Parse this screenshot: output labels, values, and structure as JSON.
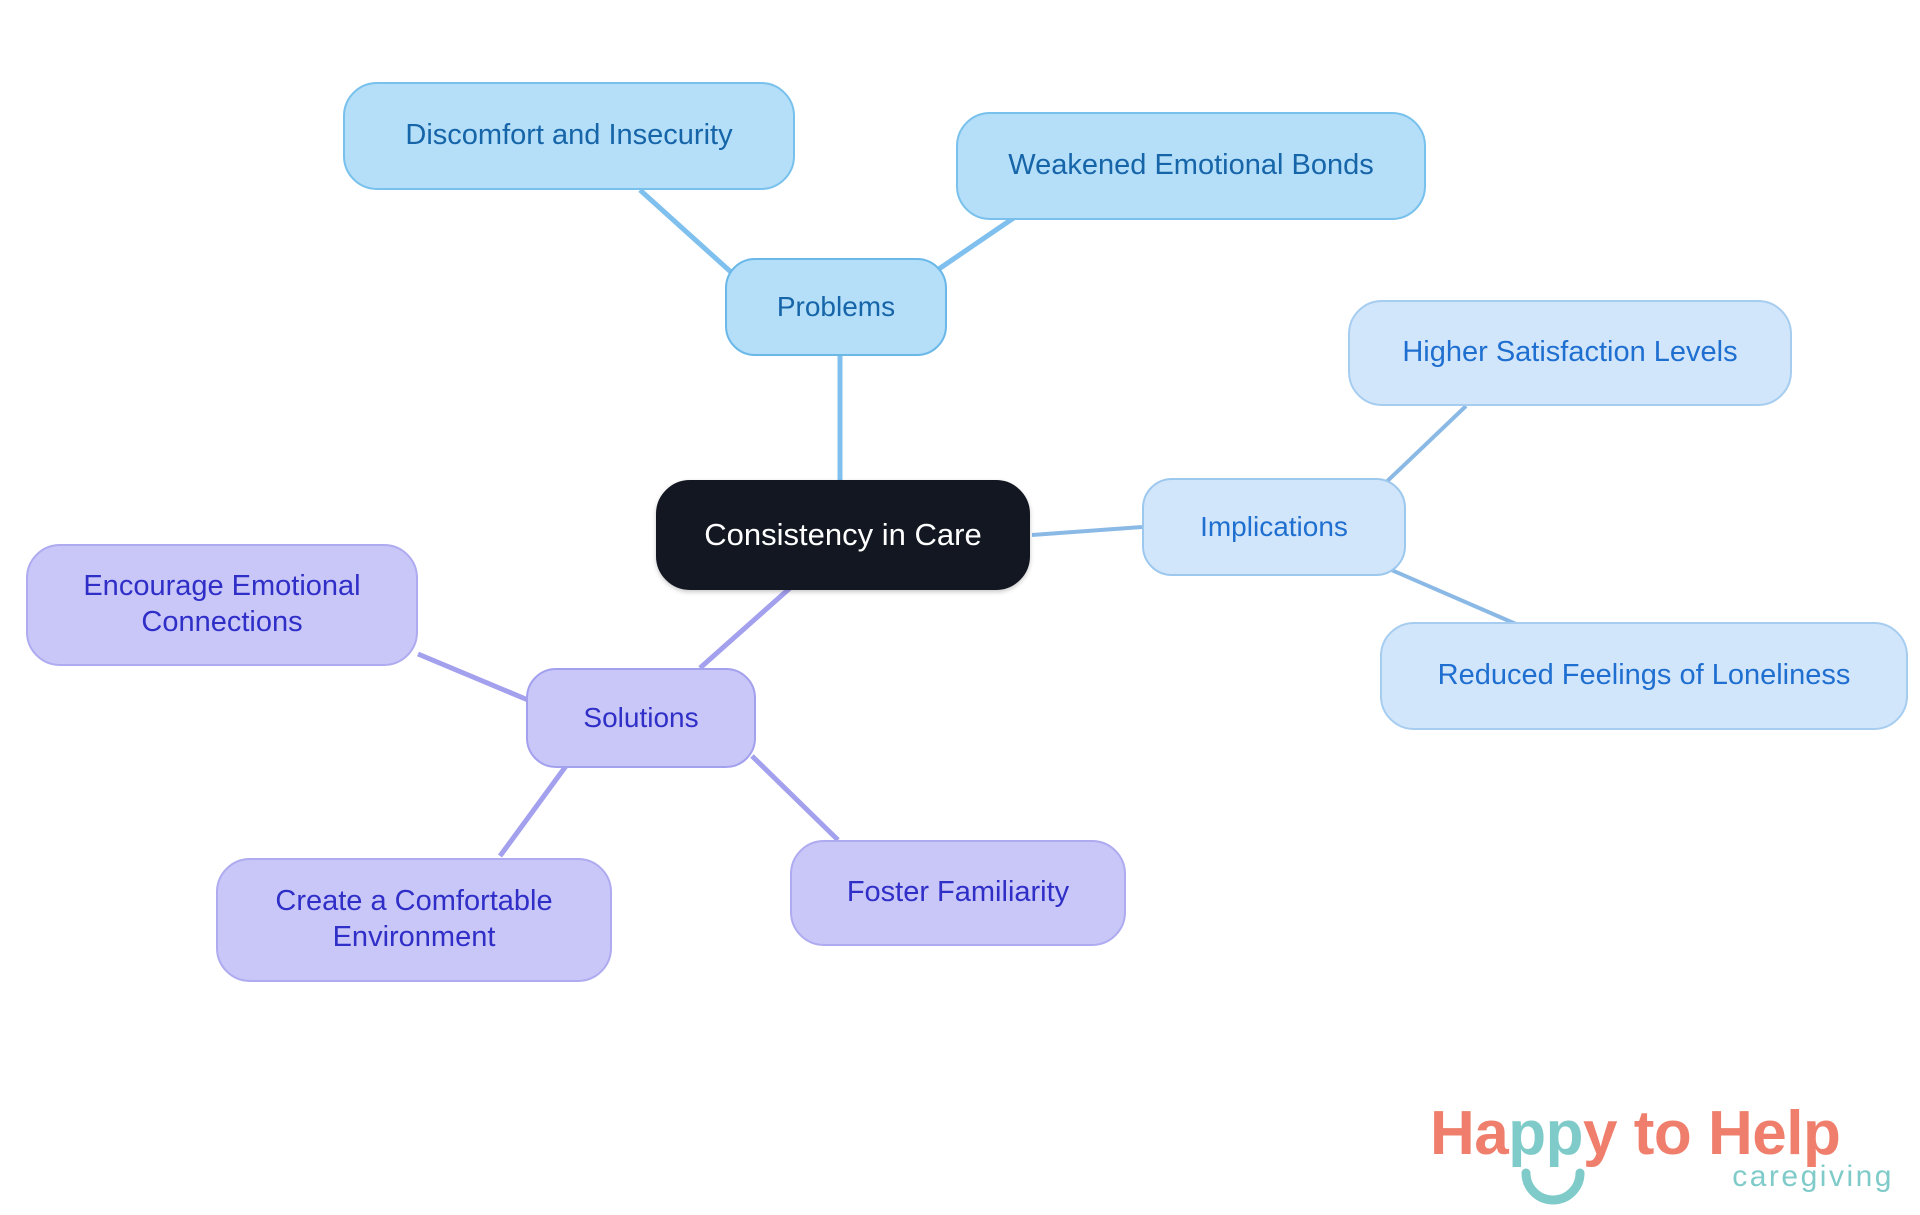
{
  "diagram": {
    "type": "mind-map",
    "title": "Consistency in Care",
    "background_color": "#ffffff",
    "root": {
      "label": "Consistency in Care",
      "fill": "#121722",
      "text_color": "#ffffff"
    },
    "branches": [
      {
        "id": "problems",
        "label": "Problems",
        "fill": "#b5def9",
        "border": "#69b8e8",
        "text_color": "#1565a8",
        "connector_color": "#7fc0ee",
        "children": [
          {
            "id": "discomfort-and-insecurity",
            "label": "Discomfort and Insecurity"
          },
          {
            "id": "weakened-emotional-bonds",
            "label": "Weakened Emotional Bonds"
          }
        ]
      },
      {
        "id": "implications",
        "label": "Implications",
        "fill": "#d2e6fb",
        "border": "#9dc8ee",
        "text_color": "#1f6fd0",
        "connector_color": "#8bb9e6",
        "children": [
          {
            "id": "higher-satisfaction-levels",
            "label": "Higher Satisfaction Levels"
          },
          {
            "id": "reduced-feelings-of-loneliness",
            "label": "Reduced Feelings of Loneliness"
          }
        ]
      },
      {
        "id": "solutions",
        "label": "Solutions",
        "fill": "#c9c6f8",
        "border": "#a3a0ee",
        "text_color": "#2f2fc8",
        "connector_color": "#a3a0ee",
        "children": [
          {
            "id": "encourage-emotional-connections",
            "label": "Encourage Emotional\nConnections"
          },
          {
            "id": "create-a-comfortable-environment",
            "label": "Create a Comfortable\nEnvironment"
          },
          {
            "id": "foster-familiarity",
            "label": "Foster Familiarity"
          }
        ]
      }
    ]
  },
  "logo": {
    "word_happy": "Happy",
    "word_to": "to",
    "word_help": "Help",
    "tagline": "caregiving",
    "coral": "#ef7f6c",
    "teal": "#7fcbc9"
  }
}
